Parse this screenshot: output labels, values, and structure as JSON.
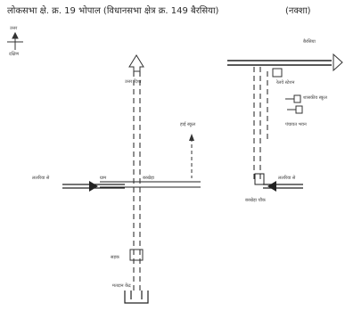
{
  "header": {
    "title": "लोकसभा क्षे. क्र. 19 भोपाल (विधानसभा क्षेत्र क्र. 149 बैरसिया)",
    "map_label": "(नक्शा)"
  },
  "compass": {
    "top": "उत्तर",
    "bottom": "दक्षिण"
  },
  "labels": {
    "north_arrow_label": "उत्तर दिशा",
    "right_arrow_label": "बैरसिया",
    "left_road_label": "ललरिया से",
    "right_road_label": "ललरिया से",
    "center_road_label": "ग्राम",
    "junction_label": "बरखेड़ा",
    "station_label": "रेलवे स्टेशन",
    "right_junction_label": "बरखेड़ा चौक",
    "school_label": "शासकीय स्कूल",
    "building_label": "पंचायत भवन",
    "side_label": "हाई स्कूल",
    "bottom_mid_label": "सड़क",
    "bottom_label": "मतदान केंद्र"
  }
}
